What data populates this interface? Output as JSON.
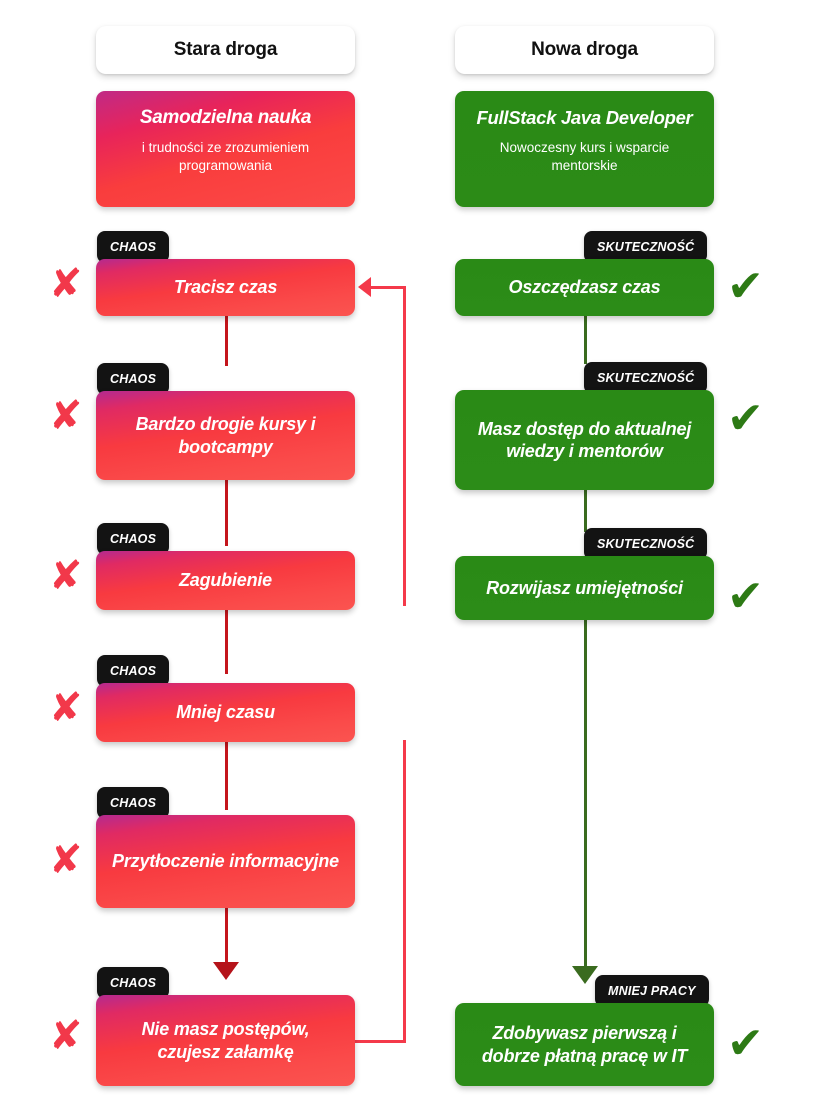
{
  "columns": {
    "left": {
      "header": "Stara droga"
    },
    "right": {
      "header": "Nowa droga"
    }
  },
  "intro": {
    "left": {
      "title": "Samodzielna nauka",
      "subtitle": "i trudności ze zrozumieniem programowania"
    },
    "right": {
      "title": "FullStack Java Developer",
      "subtitle": "Nowoczesny kurs i wsparcie mentorskie"
    }
  },
  "tags": {
    "chaos": "CHAOS",
    "skutecznosc": "SKUTECZNOŚĆ",
    "mniej_pracy": "MNIEJ PRACY"
  },
  "marks": {
    "cross": "✘",
    "check": "✔"
  },
  "left_steps": [
    {
      "tag": "CHAOS",
      "text": "Tracisz czas"
    },
    {
      "tag": "CHAOS",
      "text": "Bardzo drogie kursy i bootcampy"
    },
    {
      "tag": "CHAOS",
      "text": "Zagubienie"
    },
    {
      "tag": "CHAOS",
      "text": "Mniej czasu"
    },
    {
      "tag": "CHAOS",
      "text": "Przytłoczenie informacyjne"
    },
    {
      "tag": "CHAOS",
      "text": "Nie masz postępów, czujesz załamkę"
    }
  ],
  "right_steps": [
    {
      "tag": "SKUTECZNOŚĆ",
      "text": "Oszczędzasz czas"
    },
    {
      "tag": "SKUTECZNOŚĆ",
      "text": "Masz dostęp do aktualnej wiedzy i mentorów"
    },
    {
      "tag": "SKUTECZNOŚĆ",
      "text": "Rozwijasz umiejętności"
    },
    {
      "tag": "MNIEJ PRACY",
      "text": "Zdobywasz pierwszą i dobrze płatną pracę w IT"
    }
  ],
  "colors": {
    "red_accent": "#f4394a",
    "red_line": "#c4151c",
    "green_accent": "#2a8a16",
    "green_line": "#3a6b1f",
    "tag_bg": "#131313",
    "background": "#ffffff"
  }
}
